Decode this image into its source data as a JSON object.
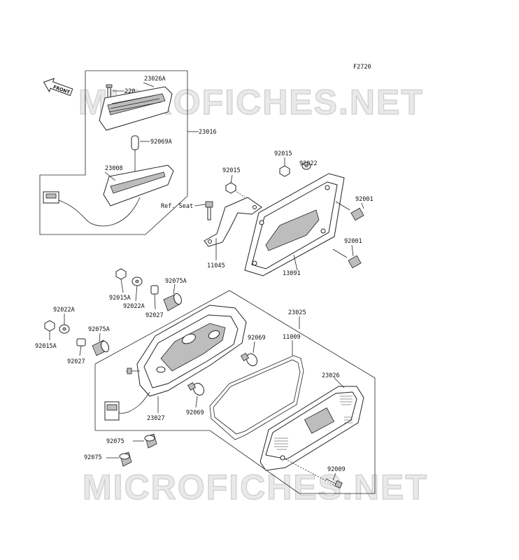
{
  "figure_code": "F2720",
  "watermark": "MICROFICHES.NET",
  "front_arrow": {
    "label": "FRONT"
  },
  "ref_seat": "Ref. Seat",
  "labels": {
    "p220": "220",
    "p23026A": "23026A",
    "p23016": "23016",
    "p92069A": "92069A",
    "p23008": "23008",
    "p92015a": "92015",
    "p92015b": "92015",
    "p92022": "92022",
    "p92001a": "92001",
    "p92001b": "92001",
    "p11045": "11045",
    "p13091": "13091",
    "p92015A_top": "92015A",
    "p92022A_top": "92022A",
    "p92075A_top": "92075A",
    "p92027_top": "92027",
    "p92022A_left": "92022A",
    "p92015A_left": "92015A",
    "p92075A_left": "92075A",
    "p92027_left": "92027",
    "p23025": "23025",
    "p11009": "11009",
    "p92069a": "92069",
    "p92069b": "92069",
    "p23026": "23026",
    "p23027": "23027",
    "p92075a": "92075",
    "p92075b": "92075",
    "p92009": "92009"
  }
}
